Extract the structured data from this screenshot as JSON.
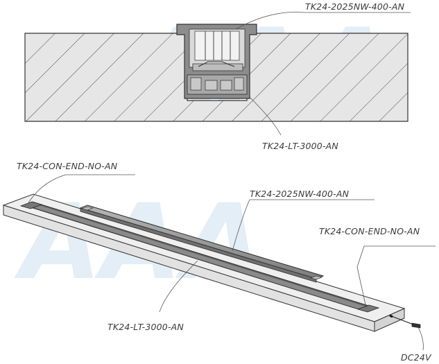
{
  "labels": {
    "top_profile": "TK24-2025NW-400-AN",
    "top_tape": "TK24-LT-3000-AN",
    "endcap_left": "TK24-CON-END-NO-AN",
    "profile_long": "TK24-2025NW-400-AN",
    "endcap_right": "TK24-CON-END-NO-AN",
    "tape_long": "TK24-LT-3000-AN",
    "power": "DC24V"
  },
  "watermark": "AAA",
  "colors": {
    "hatch_fill": "#e8e8e8",
    "outline": "#3a3a3a",
    "profile_gray": "#9a9a9a",
    "board_fill": "#efefef"
  }
}
